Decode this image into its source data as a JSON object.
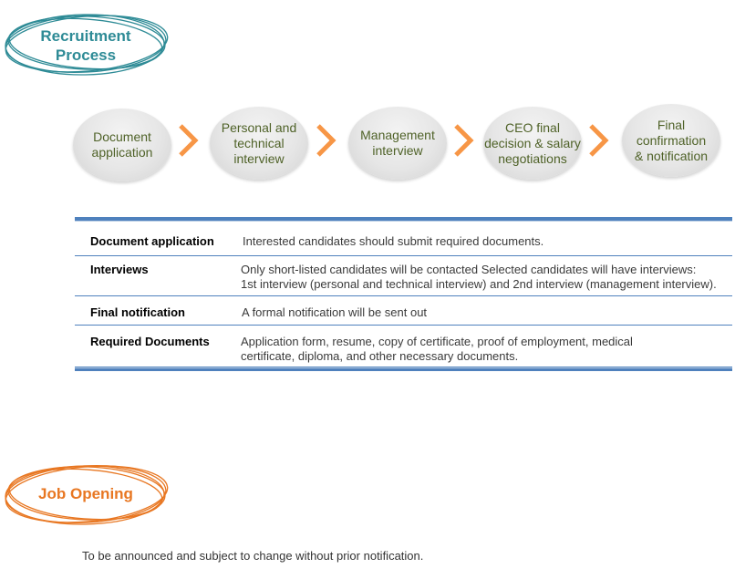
{
  "recruitment_badge": {
    "line1": "Recruitment",
    "line2": "Process",
    "color": "#2e8b96"
  },
  "steps": [
    {
      "lines": [
        "Document",
        "application"
      ]
    },
    {
      "lines": [
        "Personal and",
        "technical",
        "interview"
      ]
    },
    {
      "lines": [
        "Management",
        "interview"
      ]
    },
    {
      "lines": [
        "CEO final",
        "decision & salary",
        "negotiations"
      ]
    },
    {
      "lines": [
        "Final",
        "confirmation",
        "& notification"
      ]
    }
  ],
  "arrow_color": "#f79646",
  "table": [
    {
      "key": "Document application",
      "value_lines": [
        "Interested candidates should submit required documents."
      ]
    },
    {
      "key": "Interviews",
      "value_lines": [
        "Only short-listed candidates will be contacted Selected candidates will have interviews:",
        "1st interview (personal and technical interview) and 2nd interview (management interview)."
      ]
    },
    {
      "key": "Final notification",
      "value_lines": [
        "A formal notification will be sent out"
      ]
    },
    {
      "key": "Required Documents",
      "value_lines": [
        "Application form, resume, copy of certificate, proof of employment, medical",
        "certificate, diploma, and other necessary documents."
      ]
    }
  ],
  "job_badge": {
    "label": "Job Opening",
    "color": "#e87722"
  },
  "job_note": "To be announced and subject to change without prior notification."
}
